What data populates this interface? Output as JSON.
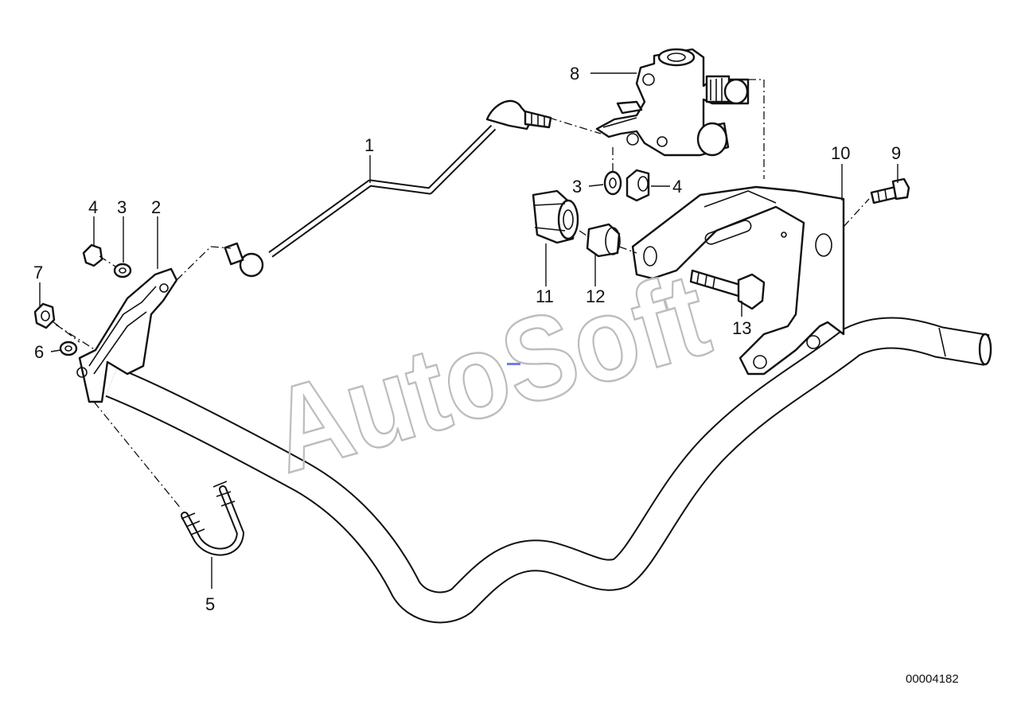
{
  "watermark": "AutoSoft",
  "document_number": "00004182",
  "callouts": {
    "c1": "1",
    "c2": "2",
    "c3a": "3",
    "c3b": "3",
    "c4a": "4",
    "c4b": "4",
    "c5": "5",
    "c6": "6",
    "c7": "7",
    "c8": "8",
    "c9": "9",
    "c10": "10",
    "c11": "11",
    "c12": "12",
    "c13": "13"
  },
  "colors": {
    "line": "#111111",
    "watermark": "#bdbdbd",
    "marker": "#6f7fe8"
  }
}
